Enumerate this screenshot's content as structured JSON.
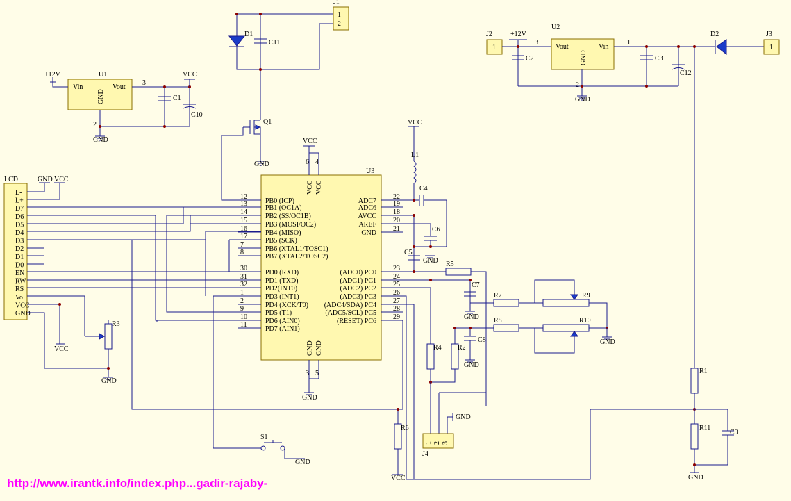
{
  "url": "http://www.irantk.info/index.php...gadir-rajaby-",
  "parts": {
    "U1": {
      "ref": "U1",
      "vin": "Vin",
      "vout": "Vout",
      "gnd": "GND",
      "pin3": "3",
      "pin2": "2"
    },
    "U2": {
      "ref": "U2",
      "vin": "Vin",
      "vout": "Vout",
      "gnd": "GND",
      "pin3": "3",
      "pin1": "1",
      "pin2": "2"
    },
    "U3": {
      "ref": "U3"
    },
    "J1": {
      "ref": "J1",
      "pins": [
        "1",
        "2"
      ]
    },
    "J2": {
      "ref": "J2",
      "pins": [
        "1"
      ]
    },
    "J3": {
      "ref": "J3",
      "pins": [
        "1"
      ]
    },
    "J4": {
      "ref": "J4",
      "pins": [
        "1",
        "2",
        "3"
      ]
    },
    "LCD": {
      "ref": "LCD",
      "pins": [
        "L-",
        "L+",
        "D7",
        "D6",
        "D5",
        "D4",
        "D3",
        "D2",
        "D1",
        "D0",
        "EN",
        "RW",
        "RS",
        "Vo",
        "VCC",
        "GND"
      ]
    },
    "D1": "D1",
    "D2": "D2",
    "Q1": "Q1",
    "L1": "L1",
    "S1": "S1",
    "C1": "C1",
    "C2": "C2",
    "C3": "C3",
    "C4": "C4",
    "C5": "C5",
    "C6": "C6",
    "C7": "C7",
    "C8": "C8",
    "C9": "C9",
    "C10": "C10",
    "C11": "C11",
    "C12": "C12",
    "R1": "R1",
    "R2": "R2",
    "R3": "R3",
    "R4": "R4",
    "R5": "R5",
    "R6": "R6",
    "R7": "R7",
    "R8": "R8",
    "R9": "R9",
    "R10": "R10",
    "R11": "R11"
  },
  "power": {
    "vcc": "VCC",
    "gnd": "GND",
    "v12": "+12V"
  },
  "mcu": {
    "left_pins": [
      {
        "num": "12",
        "name": "PB0 (ICP)"
      },
      {
        "num": "13",
        "name": "PB1 (OC1A)"
      },
      {
        "num": "14",
        "name": "PB2 (SS/OC1B)"
      },
      {
        "num": "15",
        "name": "PB3 (MOSI/OC2)"
      },
      {
        "num": "16",
        "name": "PB4 (MISO)"
      },
      {
        "num": "17",
        "name": "PB5 (SCK)"
      },
      {
        "num": "7",
        "name": "PB6 (XTAL1/TOSC1)"
      },
      {
        "num": "8",
        "name": "PB7 (XTAL2/TOSC2)"
      },
      {
        "num": "30",
        "name": "PD0 (RXD)"
      },
      {
        "num": "31",
        "name": "PD1 (TXD)"
      },
      {
        "num": "32",
        "name": "PD2(INT0)"
      },
      {
        "num": "1",
        "name": "PD3 (INT1)"
      },
      {
        "num": "2",
        "name": "PD4 (XCK/T0)"
      },
      {
        "num": "9",
        "name": "PD5 (T1)"
      },
      {
        "num": "10",
        "name": "PD6 (AIN0)"
      },
      {
        "num": "11",
        "name": "PD7 (AIN1)"
      }
    ],
    "right_pins": [
      {
        "num": "22",
        "name": "ADC7"
      },
      {
        "num": "19",
        "name": "ADC6"
      },
      {
        "num": "18",
        "name": "AVCC"
      },
      {
        "num": "20",
        "name": "AREF"
      },
      {
        "num": "21",
        "name": "GND"
      },
      {
        "num": "23",
        "name": "(ADC0) PC0"
      },
      {
        "num": "24",
        "name": "(ADC1) PC1"
      },
      {
        "num": "25",
        "name": "(ADC2) PC2"
      },
      {
        "num": "26",
        "name": "(ADC3) PC3"
      },
      {
        "num": "27",
        "name": "(ADC4/SDA) PC4"
      },
      {
        "num": "28",
        "name": "(ADC5/SCL) PC5"
      },
      {
        "num": "29",
        "name": "(RESET) PC6"
      }
    ],
    "top_pins": [
      {
        "num": "6",
        "name": "VCC"
      },
      {
        "num": "4",
        "name": "VCC"
      }
    ],
    "bottom_pins": [
      {
        "num": "3",
        "name": "GND"
      },
      {
        "num": "5",
        "name": "GND"
      }
    ]
  }
}
